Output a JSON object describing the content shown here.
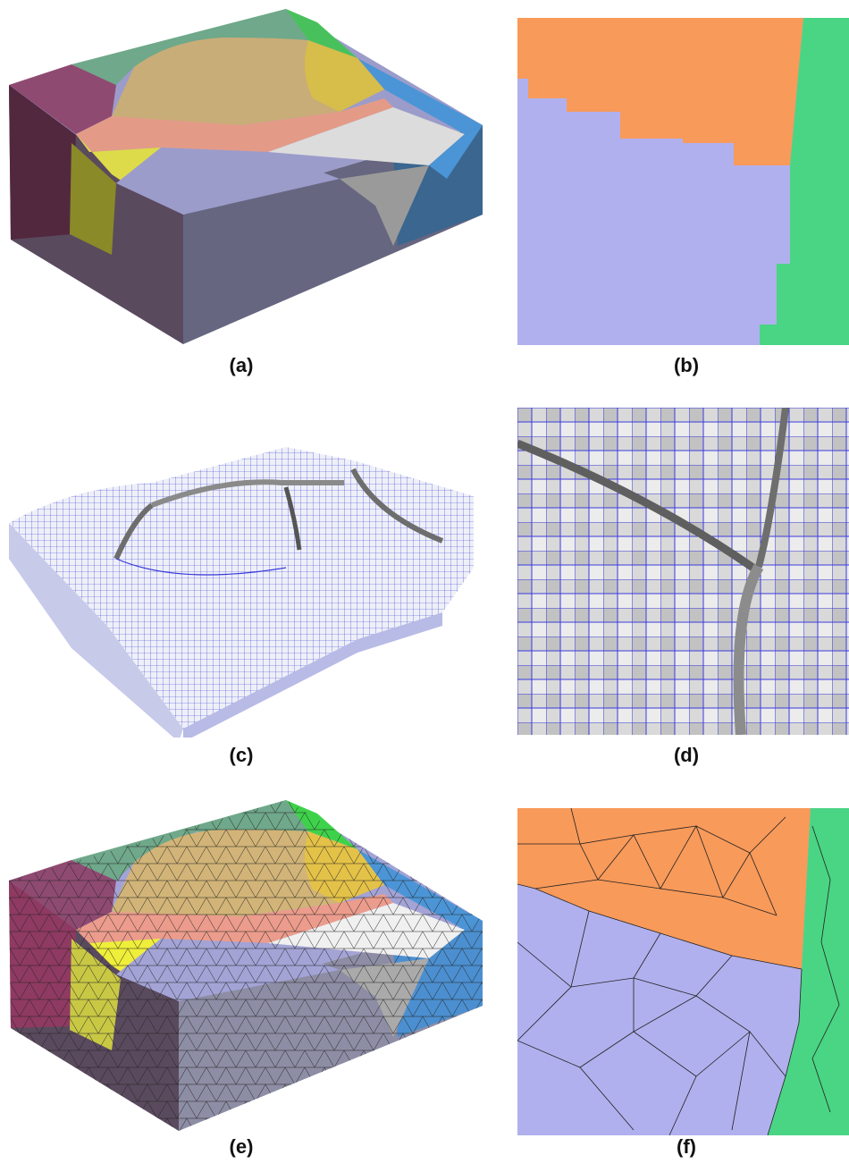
{
  "captions": {
    "a": "(a)",
    "b": "(b)",
    "c": "(c)",
    "d": "(d)",
    "e": "(e)",
    "f": "(f)"
  },
  "colors": {
    "purple_grain": "#8f4a72",
    "green_grain": "#6fa88a",
    "tan_grain": "#c9ad78",
    "yellow_grain": "#d7bd4a",
    "bright_green": "#48c15c",
    "blue_grain": "#4b95d6",
    "salmon_grain": "#e39b88",
    "white_grain": "#dcdcdc",
    "lavender_grain": "#9c9ccb",
    "gray_grain": "#9a9a9a",
    "front_face": "#6b6b82",
    "orange_grain": "#f89a5a",
    "lilac_grain": "#b1b0ee",
    "mint_grain": "#49d584",
    "mesh_line": "#3838d8"
  }
}
